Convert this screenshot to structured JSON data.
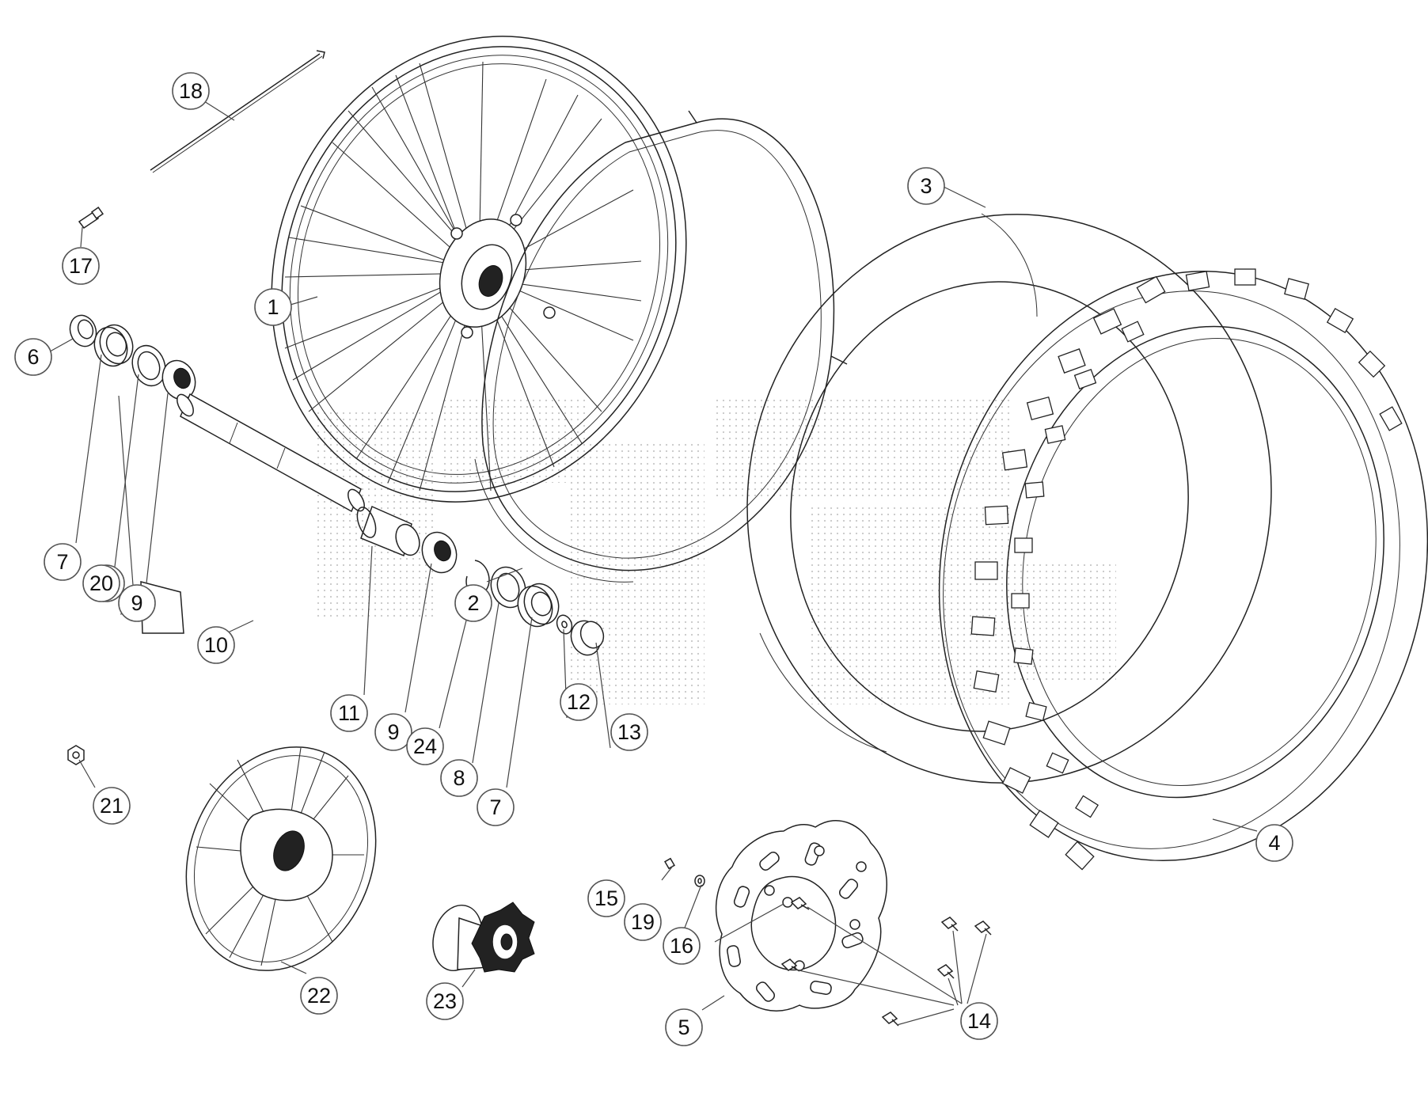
{
  "diagram": {
    "callouts": [
      {
        "id": "c1",
        "label": "1"
      },
      {
        "id": "c2",
        "label": "2"
      },
      {
        "id": "c3",
        "label": "3"
      },
      {
        "id": "c4",
        "label": "4"
      },
      {
        "id": "c5",
        "label": "5"
      },
      {
        "id": "c6",
        "label": "6"
      },
      {
        "id": "c7a",
        "label": "7"
      },
      {
        "id": "c8a",
        "label": "8"
      },
      {
        "id": "c9a",
        "label": "9"
      },
      {
        "id": "c10",
        "label": "10"
      },
      {
        "id": "c11",
        "label": "11"
      },
      {
        "id": "c9b",
        "label": "9"
      },
      {
        "id": "c24",
        "label": "24"
      },
      {
        "id": "c8b",
        "label": "8"
      },
      {
        "id": "c7b",
        "label": "7"
      },
      {
        "id": "c12",
        "label": "12"
      },
      {
        "id": "c13",
        "label": "13"
      },
      {
        "id": "c14",
        "label": "14"
      },
      {
        "id": "c15",
        "label": "15"
      },
      {
        "id": "c16",
        "label": "16"
      },
      {
        "id": "c17",
        "label": "17"
      },
      {
        "id": "c18",
        "label": "18"
      },
      {
        "id": "c19",
        "label": "19"
      },
      {
        "id": "c20",
        "label": "20"
      },
      {
        "id": "c21",
        "label": "21"
      },
      {
        "id": "c22",
        "label": "22"
      },
      {
        "id": "c23",
        "label": "23"
      }
    ]
  }
}
